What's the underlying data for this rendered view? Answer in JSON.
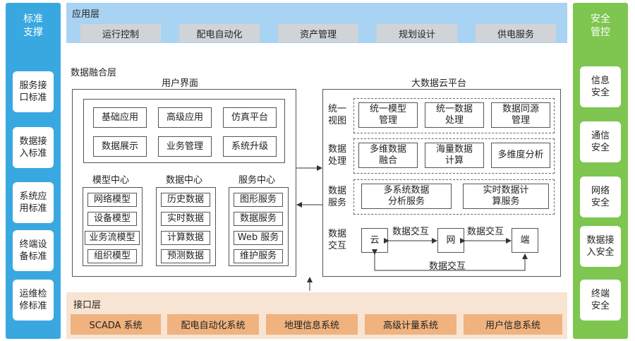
{
  "standards": {
    "title": "标准\n支撑",
    "items": [
      "服务接\n口标准",
      "数据接\n入标准",
      "系统应\n用标准",
      "终端设\n备标准",
      "运维检\n修标准"
    ]
  },
  "security": {
    "title": "安全\n管控",
    "items": [
      "信息\n安全",
      "通信\n安全",
      "网络\n安全",
      "数据接\n入安全",
      "终端\n安全"
    ]
  },
  "app_layer": {
    "title": "应用层",
    "items": [
      "运行控制",
      "配电自动化",
      "资产管理",
      "规划设计",
      "供电服务"
    ]
  },
  "fusion_layer": {
    "title": "数据融合层",
    "ui": {
      "title": "用户界面",
      "row1": [
        "基础应用",
        "高级应用",
        "仿真平台"
      ],
      "row2": [
        "数据展示",
        "业务管理",
        "系统升级"
      ],
      "model_center": {
        "title": "模型中心",
        "items": [
          "网络模型",
          "设备模型",
          "业务流模型",
          "组织模型"
        ]
      },
      "data_center": {
        "title": "数据中心",
        "items": [
          "历史数据",
          "实时数据",
          "计算数据",
          "预测数据"
        ]
      },
      "service_center": {
        "title": "服务中心",
        "items": [
          "图形服务",
          "数据服务",
          "Web 服务",
          "维护服务"
        ]
      }
    },
    "cloud": {
      "title": "大数据云平台",
      "unified_view": {
        "label": "统一\n视图",
        "items": [
          "统一模型\n管理",
          "统一数据\n处理",
          "数据同源\n管理"
        ]
      },
      "data_processing": {
        "label": "数据\n处理",
        "items": [
          "多维数据\n融合",
          "海量数据\n计算",
          "多维度分析"
        ]
      },
      "data_service": {
        "label": "数据\n服务",
        "items": [
          "多系统数据\n分析服务",
          "实时数据计\n算服务"
        ]
      },
      "data_exchange": {
        "label": "数据\n交互",
        "nodes": [
          "云",
          "网",
          "端"
        ],
        "links": [
          "数据交互",
          "数据交互",
          "数据交互"
        ]
      }
    }
  },
  "interface_layer": {
    "title": "接口层",
    "items": [
      "SCADA 系统",
      "配电自动化系统",
      "地理信息系统",
      "高级计量系统",
      "用户信息系统"
    ]
  },
  "colors": {
    "standards_bg": "#3aa8e0",
    "security_bg": "#7ec64f",
    "app_bg": "#a9d3f2",
    "interface_bg": "#f7e4d2"
  }
}
